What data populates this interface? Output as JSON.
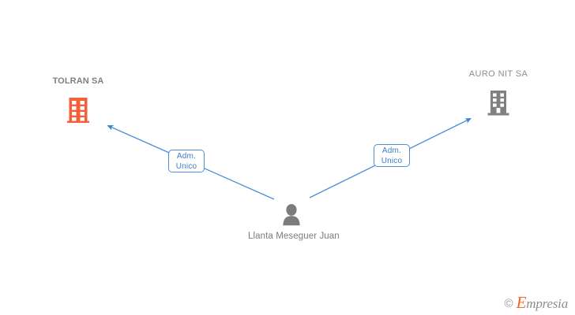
{
  "graph": {
    "nodes": [
      {
        "id": "tolran",
        "type": "company",
        "label": "TOLRAN SA",
        "icon": "building-icon",
        "color": "#f4603a",
        "emphasis": "bold"
      },
      {
        "id": "auro-nit",
        "type": "company",
        "label": "AURO NIT SA",
        "icon": "building-icon",
        "color": "#808080",
        "emphasis": "normal"
      },
      {
        "id": "person",
        "type": "person",
        "label": "Llanta Meseguer Juan",
        "icon": "person-icon",
        "color": "#7c7c7c"
      }
    ],
    "edges": [
      {
        "id": "edge-left",
        "from": "person",
        "to": "tolran",
        "label": "Adm.\nUnico",
        "color": "#4a90d9",
        "arrow": "to"
      },
      {
        "id": "edge-right",
        "from": "person",
        "to": "auro-nit",
        "label": "Adm.\nUnico",
        "color": "#4a90d9",
        "arrow": "to"
      }
    ]
  },
  "watermark": {
    "copyright": "©",
    "brand_initial": "E",
    "brand_rest": "mpresia"
  }
}
